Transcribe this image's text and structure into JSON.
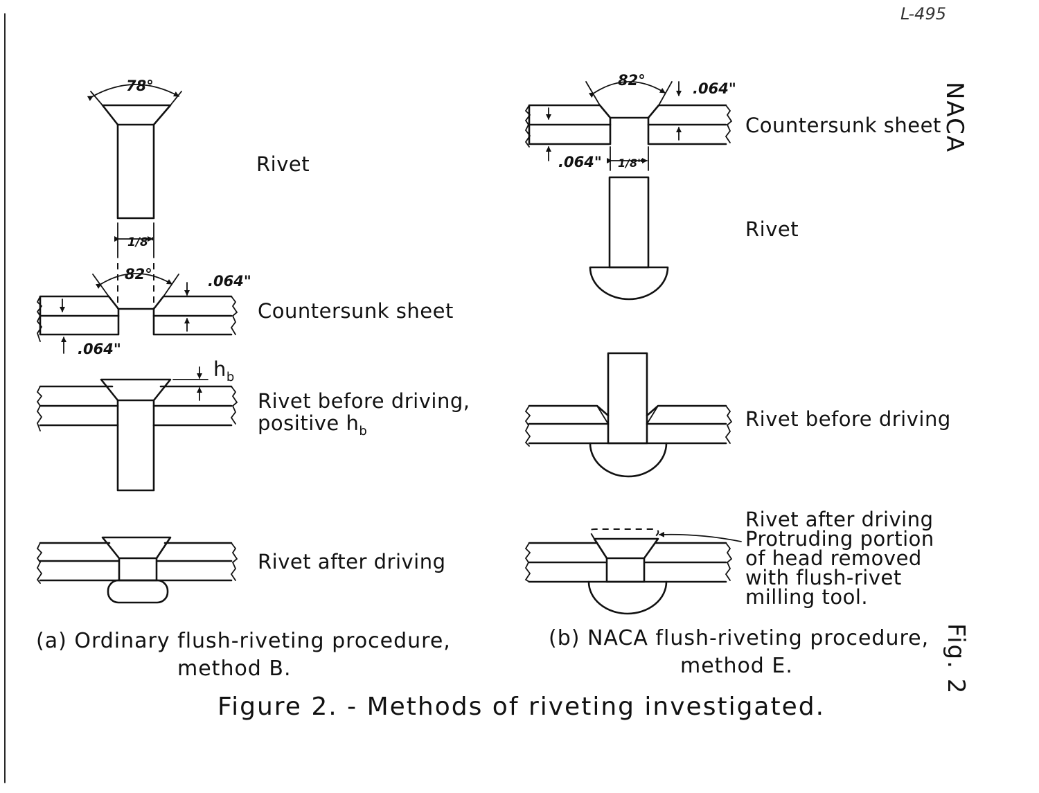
{
  "document_number": "L-495",
  "side_label_top": "NACA",
  "side_label_bottom": "Fig. 2",
  "figure_title": "Figure 2. - Methods of riveting investigated.",
  "panel_a": {
    "caption_line1": "(a) Ordinary flush-riveting procedure,",
    "caption_line2": "method B.",
    "labels": {
      "rivet": "Rivet",
      "countersunk_sheet": "Countersunk sheet",
      "before_driving_line1": "Rivet before driving,",
      "before_driving_line2": "positive h",
      "before_driving_sub": "b",
      "after_driving": "Rivet after driving"
    },
    "dimensions": {
      "head_angle": "78°",
      "shank_diameter": "1/8\"",
      "countersink_angle": "82°",
      "sheet_thickness_top": ".064\"",
      "sheet_thickness_bottom": ".064\"",
      "head_height": "h",
      "head_height_sub": "b"
    }
  },
  "panel_b": {
    "caption_line1": "(b) NACA flush-riveting procedure,",
    "caption_line2": "method E.",
    "labels": {
      "countersunk_sheet": "Countersunk sheet",
      "rivet": "Rivet",
      "before_driving": "Rivet before driving",
      "after_driving": "Rivet after driving\nProtruding portion\nof head removed\nwith flush-rivet\nmilling tool."
    },
    "dimensions": {
      "countersink_angle": "82°",
      "sheet_thickness_top": ".064\"",
      "sheet_thickness_bottom": ".064\"",
      "hole_diameter": "1/8\""
    }
  }
}
